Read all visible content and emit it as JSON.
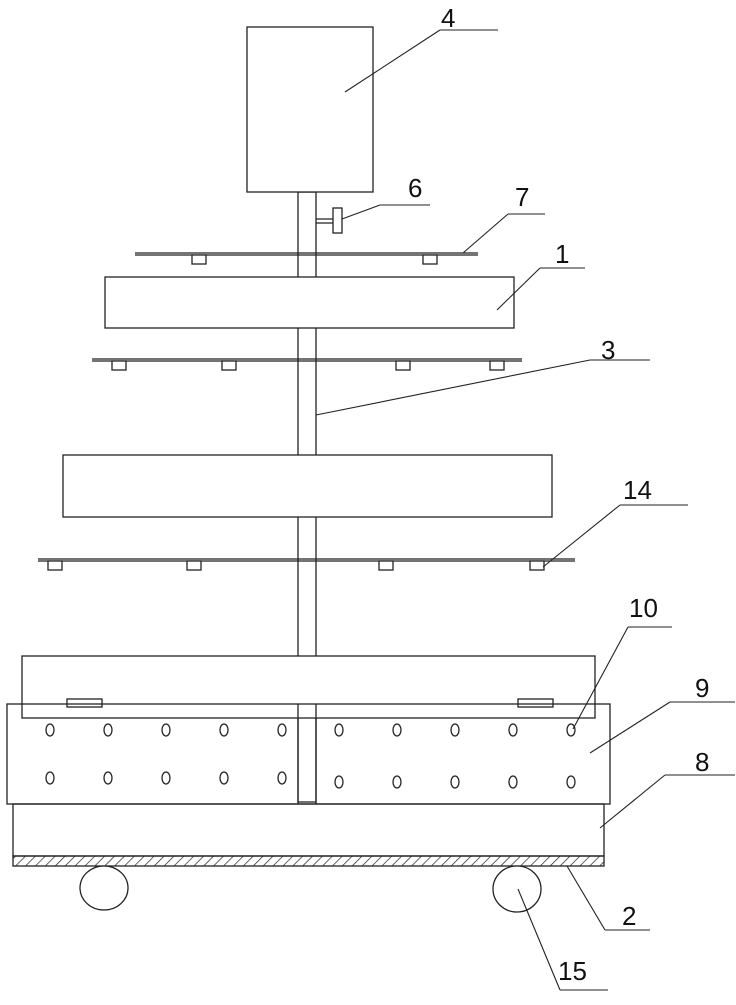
{
  "diagram": {
    "stroke_color": "#222222",
    "background": "#ffffff",
    "labels": {
      "l1": "1",
      "l2": "2",
      "l3": "3",
      "l4": "4",
      "l6": "6",
      "l7": "7",
      "l8": "8",
      "l9": "9",
      "l10": "10",
      "l14": "14",
      "l15": "15"
    }
  }
}
